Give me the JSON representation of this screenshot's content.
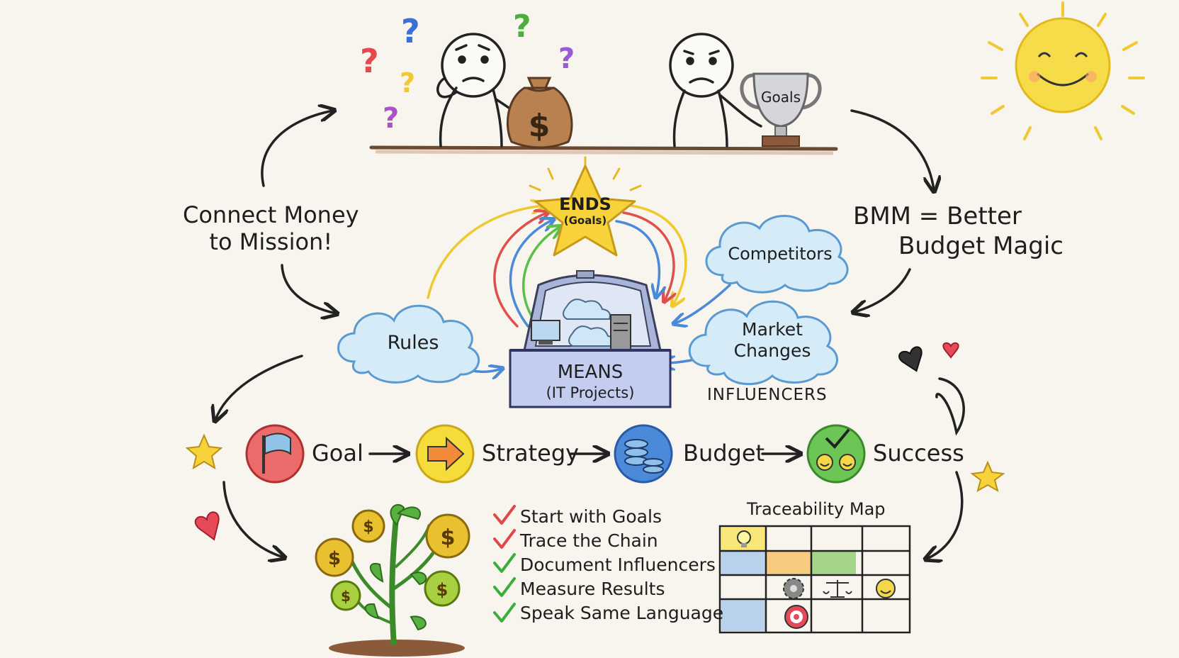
{
  "top_left_text": [
    "Connect Money",
    "to Mission!"
  ],
  "top_right_text": [
    "BMM = Better",
    "Budget Magic"
  ],
  "trophy_label": "Goals",
  "ends": {
    "title": "ENDS",
    "subtitle": "(Goals)"
  },
  "means": {
    "title": "MEANS",
    "subtitle": "(IT Projects)"
  },
  "clouds": {
    "rules": "Rules",
    "competitors": "Competitors",
    "market": [
      "Market",
      "Changes"
    ]
  },
  "influencers_label": "INFLUENCERS",
  "flow": [
    {
      "label": "Goal",
      "icon": "flag-icon",
      "color": "#e5484d"
    },
    {
      "label": "Strategy",
      "icon": "arrow-right-icon",
      "color": "#f2d530"
    },
    {
      "label": "Budget",
      "icon": "coins-icon",
      "color": "#3b82d6"
    },
    {
      "label": "Success",
      "icon": "check-smile-icon",
      "color": "#5cbf4a"
    }
  ],
  "checklist": [
    {
      "text": "Start with Goals",
      "color": "#e04848"
    },
    {
      "text": "Trace the Chain",
      "color": "#e04848"
    },
    {
      "text": "Document Influencers",
      "color": "#3cae3c"
    },
    {
      "text": "Measure Results",
      "color": "#3cae3c"
    },
    {
      "text": "Speak Same Language",
      "color": "#3cae3c"
    }
  ],
  "traceability_title": "Traceability Map",
  "colors": {
    "red": "#e5484d",
    "yellow": "#f5d23a",
    "blue": "#3b82d6",
    "green": "#5cbf4a",
    "cloud": "#d5ebf7",
    "chest": "#c7d3f2"
  }
}
